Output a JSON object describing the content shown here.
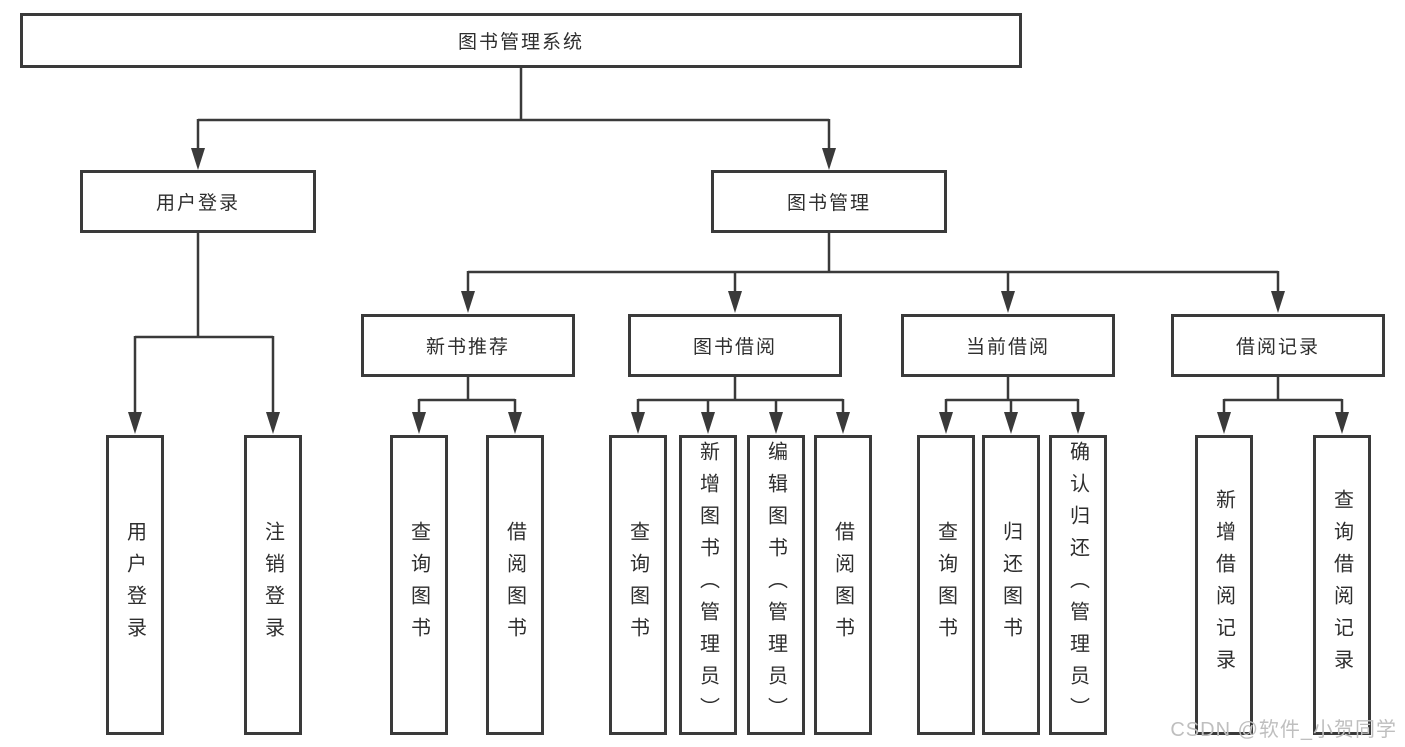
{
  "tree": {
    "root": "图书管理系统",
    "branches": [
      {
        "label": "用户登录",
        "leaves": [
          "用户登录",
          "注销登录"
        ]
      },
      {
        "label": "图书管理",
        "groups": [
          {
            "label": "新书推荐",
            "leaves": [
              "查询图书",
              "借阅图书"
            ]
          },
          {
            "label": "图书借阅",
            "leaves": [
              "查询图书",
              "新增图书（管理员）",
              "编辑图书（管理员）",
              "借阅图书"
            ]
          },
          {
            "label": "当前借阅",
            "leaves": [
              "查询图书",
              "归还图书",
              "确认归还（管理员）"
            ]
          },
          {
            "label": "借阅记录",
            "leaves": [
              "新增借阅记录",
              "查询借阅记录"
            ]
          }
        ]
      }
    ]
  },
  "watermark": {
    "text": "CSDN @软件_小贺同学"
  },
  "style": {
    "line_color": "#3a3a3a",
    "text_color": "#2e2e2e",
    "watermark_color": "#bfbfbf",
    "bg_color": "#ffffff"
  }
}
